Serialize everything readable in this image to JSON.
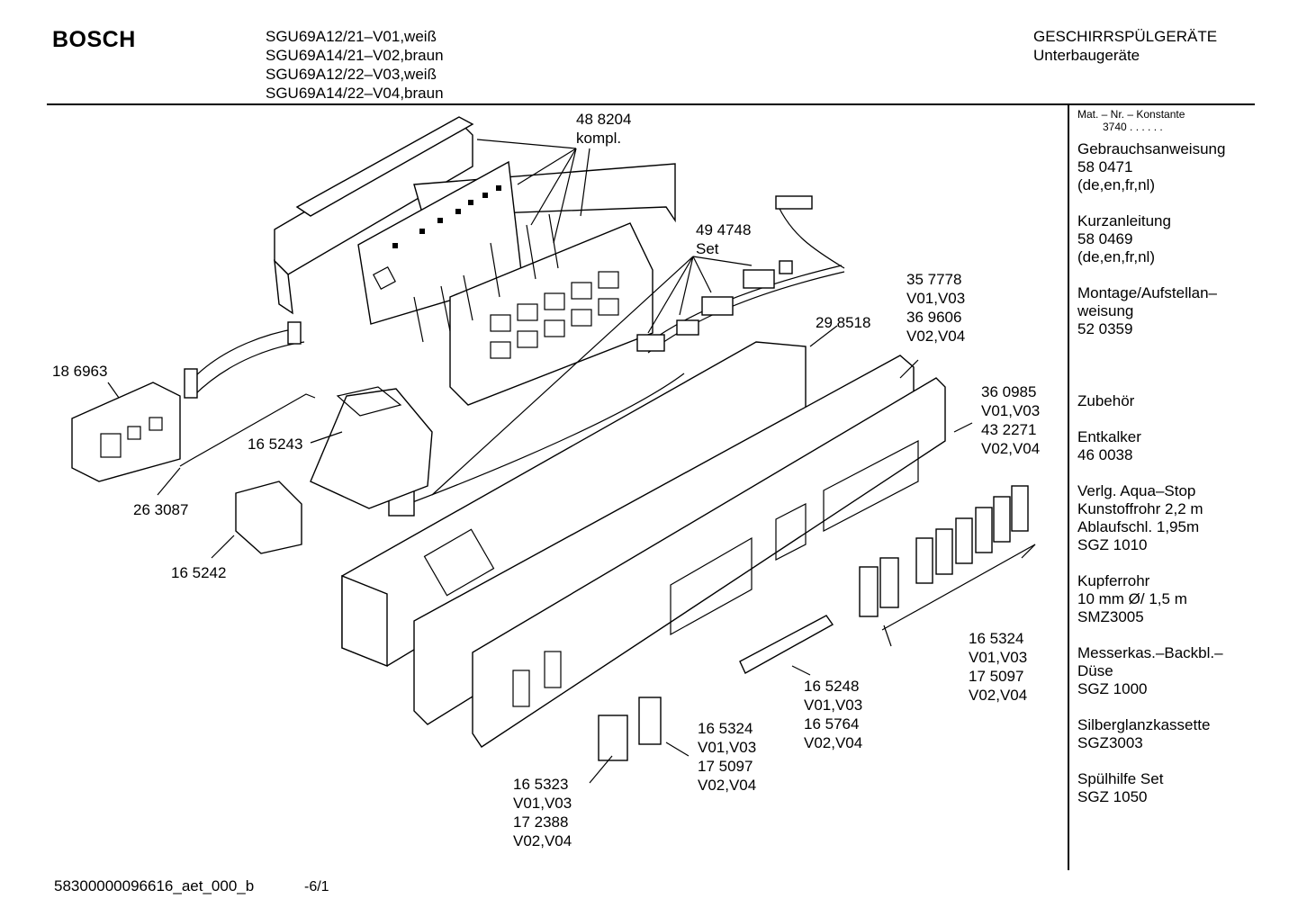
{
  "header": {
    "brand": "BOSCH",
    "models": [
      "SGU69A12/21–V01,weiß",
      "SGU69A14/21–V02,braun",
      "SGU69A12/22–V03,weiß",
      "SGU69A14/22–V04,braun"
    ],
    "category": "GESCHIRRSPÜLGERÄTE",
    "subcategory": "Unterbaugeräte"
  },
  "sidebar": {
    "mat_label": "Mat. – Nr. – Konstante",
    "mat_value": "3740  .  .  .  .  .  .",
    "sections": [
      {
        "lines": [
          "Gebrauchsanweisung",
          "58 0471",
          "(de,en,fr,nl)"
        ]
      },
      {
        "lines": [
          "Kurzanleitung",
          "58 0469",
          "(de,en,fr,nl)"
        ]
      },
      {
        "lines": [
          "Montage/Aufstellan–",
          "weisung",
          "52 0359"
        ]
      },
      {
        "lines": [
          "Zubehör"
        ]
      },
      {
        "lines": [
          "Entkalker",
          "46 0038"
        ]
      },
      {
        "lines": [
          "Verlg. Aqua–Stop",
          "Kunstoffrohr 2,2 m",
          "Ablaufschl. 1,95m",
          "SGZ 1010"
        ]
      },
      {
        "lines": [
          "Kupferrohr",
          "10 mm Ø/ 1,5 m",
          "SMZ3005"
        ]
      },
      {
        "lines": [
          "Messerkas.–Backbl.–",
          "Düse",
          "SGZ 1000"
        ]
      },
      {
        "lines": [
          "Silberglanzkassette",
          "SGZ3003"
        ]
      },
      {
        "lines": [
          "Spülhilfe Set",
          "SGZ 1050"
        ]
      }
    ]
  },
  "callouts": [
    {
      "id": "p488204",
      "lines": [
        "48 8204",
        "kompl."
      ]
    },
    {
      "id": "p494748",
      "lines": [
        "49 4748",
        "Set"
      ]
    },
    {
      "id": "p357778",
      "lines": [
        "35 7778",
        "V01,V03",
        "36 9606",
        "V02,V04"
      ]
    },
    {
      "id": "p298518",
      "lines": [
        "29 8518"
      ]
    },
    {
      "id": "p186963",
      "lines": [
        "18 6963"
      ]
    },
    {
      "id": "p165243",
      "lines": [
        "16 5243"
      ]
    },
    {
      "id": "p263087",
      "lines": [
        "26 3087"
      ]
    },
    {
      "id": "p165242",
      "lines": [
        "16 5242"
      ]
    },
    {
      "id": "p360985",
      "lines": [
        "36 0985",
        "V01,V03",
        "43 2271",
        "V02,V04"
      ]
    },
    {
      "id": "p165324a",
      "lines": [
        "16 5324",
        "V01,V03",
        "17 5097",
        "V02,V04"
      ]
    },
    {
      "id": "p165248",
      "lines": [
        "16 5248",
        "V01,V03",
        "16 5764",
        "V02,V04"
      ]
    },
    {
      "id": "p165324b",
      "lines": [
        "16 5324",
        "V01,V03",
        "17 5097",
        "V02,V04"
      ]
    },
    {
      "id": "p165323",
      "lines": [
        "16 5323",
        "V01,V03",
        "17 2388",
        "V02,V04"
      ]
    }
  ],
  "footer": {
    "doc_id": "58300000096616_aet_000_b",
    "page": "-6/1"
  }
}
